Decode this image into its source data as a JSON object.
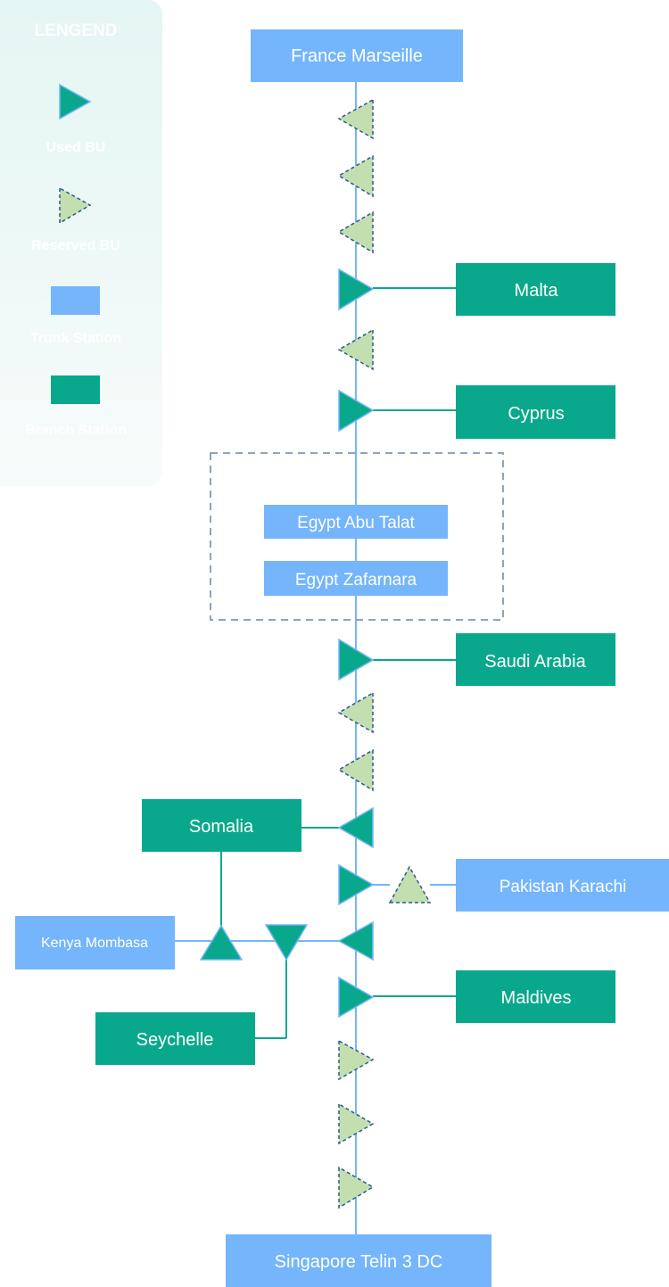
{
  "colors": {
    "trunk": "#74b5fb",
    "branch": "#09a88c",
    "used_bu": "#09a88c",
    "reserved_bu": "#c3dfb0",
    "reserved_stroke": "#2b5b8c",
    "cable": "#74b5fb",
    "branch_cable": "#09a88c"
  },
  "legend": {
    "title": "LENGEND",
    "items": [
      {
        "label": "Used BU",
        "icon": "used-bu-triangle-icon"
      },
      {
        "label": "Reserved BU",
        "icon": "reserved-bu-triangle-icon"
      },
      {
        "label": "Trunk Station",
        "icon": "trunk-station-swatch"
      },
      {
        "label": "Branch Station",
        "icon": "branch-station-swatch"
      }
    ]
  },
  "trunk_stations": {
    "france_marseille": "France Marseille",
    "egypt_abu_talat": "Egypt Abu Talat",
    "egypt_zafarnara": "Egypt Zafarnara",
    "pakistan_karachi": "Pakistan Karachi",
    "kenya_mombasa": "Kenya Mombasa",
    "singapore": "Singapore Telin 3 DC"
  },
  "branch_stations": {
    "malta": "Malta",
    "cyprus": "Cyprus",
    "saudi_arabia": "Saudi Arabia",
    "somalia": "Somalia",
    "maldives": "Maldives",
    "seychelle": "Seychelle"
  }
}
